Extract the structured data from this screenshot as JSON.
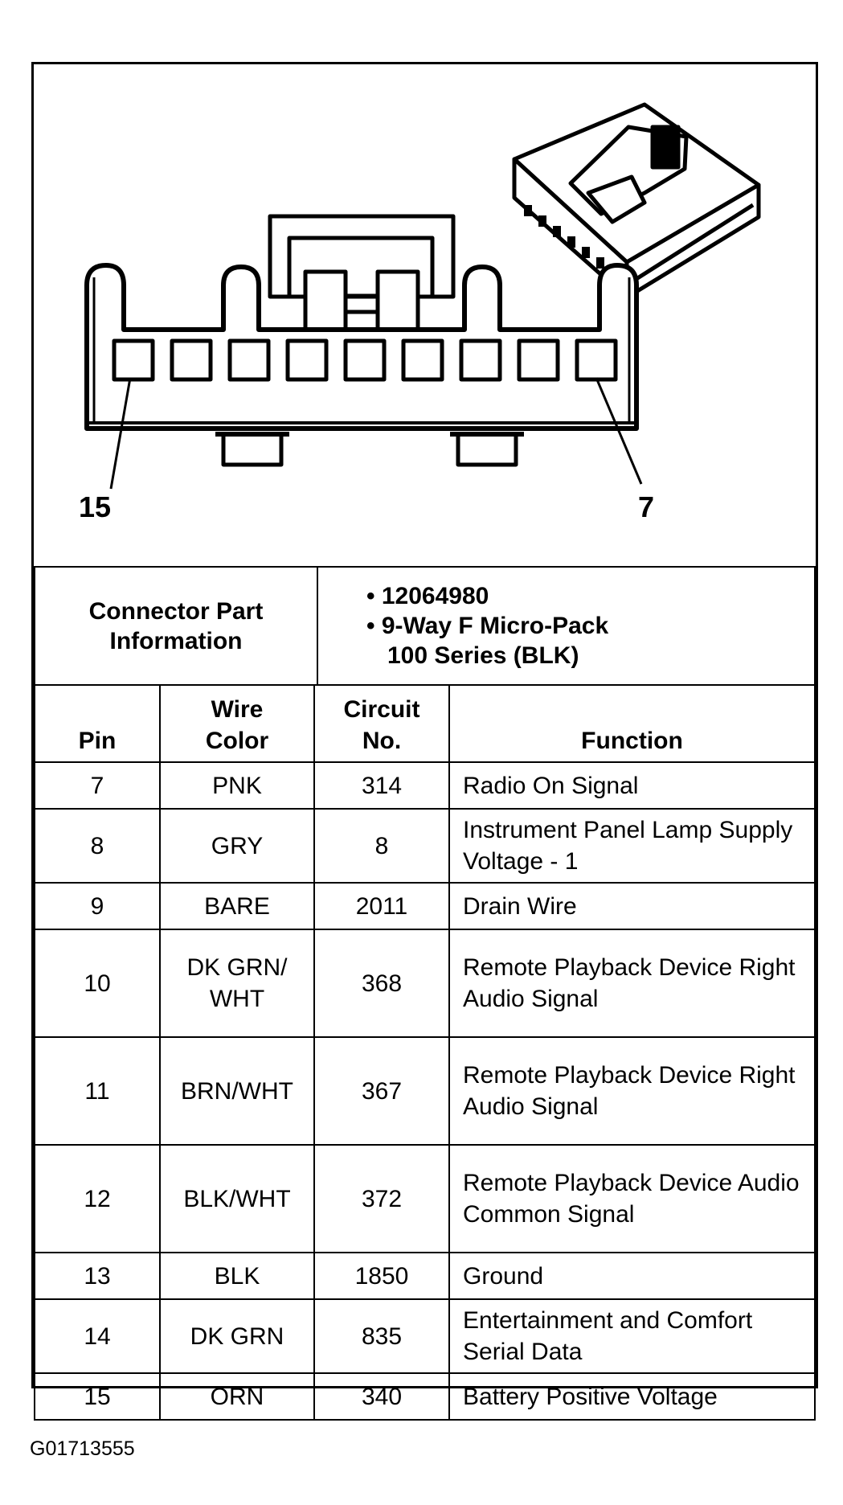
{
  "connector": {
    "pin_left_label": "15",
    "pin_right_label": "7",
    "part_info_label": "Connector Part Information",
    "part_number": "12064980",
    "part_desc_line1": "9-Way F Micro-Pack",
    "part_desc_line2": "100 Series (BLK)"
  },
  "table": {
    "headers": {
      "pin": "Pin",
      "wire_color_1": "Wire",
      "wire_color_2": "Color",
      "circuit_1": "Circuit",
      "circuit_2": "No.",
      "function": "Function"
    },
    "rows": [
      {
        "pin": "7",
        "color": "PNK",
        "circuit": "314",
        "function": "Radio On Signal"
      },
      {
        "pin": "8",
        "color": "GRY",
        "circuit": "8",
        "function": "Instrument Panel Lamp Supply Voltage - 1"
      },
      {
        "pin": "9",
        "color": "BARE",
        "circuit": "2011",
        "function": "Drain Wire"
      },
      {
        "pin": "10",
        "color": "DK GRN/ WHT",
        "circuit": "368",
        "function": "Remote Playback Device Right Audio Signal"
      },
      {
        "pin": "11",
        "color": "BRN/WHT",
        "circuit": "367",
        "function": "Remote Playback Device Right Audio Signal"
      },
      {
        "pin": "12",
        "color": "BLK/WHT",
        "circuit": "372",
        "function": "Remote Playback Device Audio Common Signal"
      },
      {
        "pin": "13",
        "color": "BLK",
        "circuit": "1850",
        "function": "Ground"
      },
      {
        "pin": "14",
        "color": "DK GRN",
        "circuit": "835",
        "function": "Entertainment and Comfort Serial Data"
      },
      {
        "pin": "15",
        "color": "ORN",
        "circuit": "340",
        "function": "Battery Positive Voltage"
      }
    ]
  },
  "footer": {
    "figure_id": "G01713555"
  }
}
